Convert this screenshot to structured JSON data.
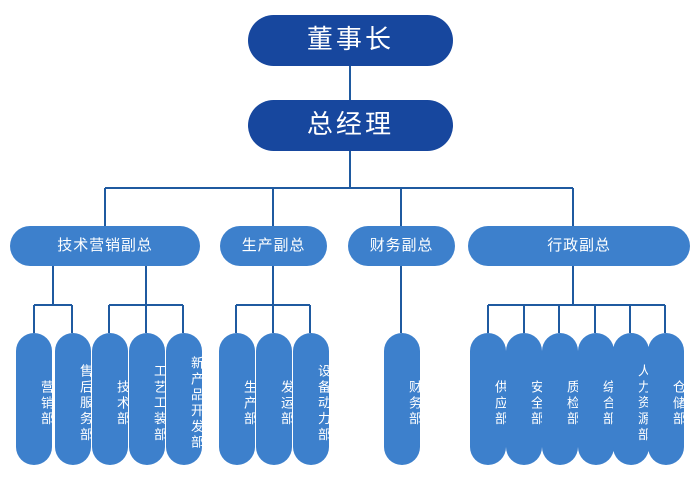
{
  "chart_title": "",
  "colors": {
    "top_node_fill": "#17479E",
    "node_fill": "#3D80CC",
    "connector": "#1F5AA0",
    "text": "#FFFFFF",
    "background": "#FFFFFF"
  },
  "org_chart": {
    "type": "org-tree",
    "root": {
      "label": "董事长",
      "level": 0
    },
    "level1": {
      "label": "总经理",
      "level": 1
    },
    "vice_presidents": [
      {
        "label": "技术营销副总",
        "level": 2
      },
      {
        "label": "生产副总",
        "level": 2
      },
      {
        "label": "财务副总",
        "level": 2
      },
      {
        "label": "行政副总",
        "level": 2
      }
    ],
    "departments": [
      {
        "label": "营销部",
        "parent": "技术营销副总",
        "group": 0
      },
      {
        "label": "售后服务部",
        "parent": "技术营销副总",
        "group": 0
      },
      {
        "label": "技术部",
        "parent": "技术营销副总",
        "group": 1
      },
      {
        "label": "工艺工装部",
        "parent": "技术营销副总",
        "group": 1
      },
      {
        "label": "新产品开发部",
        "parent": "技术营销副总",
        "group": 1
      },
      {
        "label": "生产部",
        "parent": "生产副总",
        "group": 2
      },
      {
        "label": "发运部",
        "parent": "生产副总",
        "group": 2
      },
      {
        "label": "设备动力部",
        "parent": "生产副总",
        "group": 2
      },
      {
        "label": "财务部",
        "parent": "财务副总",
        "group": 3
      },
      {
        "label": "供应部",
        "parent": "行政副总",
        "group": 4
      },
      {
        "label": "安全部",
        "parent": "行政副总",
        "group": 4
      },
      {
        "label": "质检部",
        "parent": "行政副总",
        "group": 4
      },
      {
        "label": "综合部",
        "parent": "行政副总",
        "group": 4
      },
      {
        "label": "人力资源部",
        "parent": "行政副总",
        "group": 4
      },
      {
        "label": "仓储部",
        "parent": "行政副总",
        "group": 4
      }
    ]
  }
}
